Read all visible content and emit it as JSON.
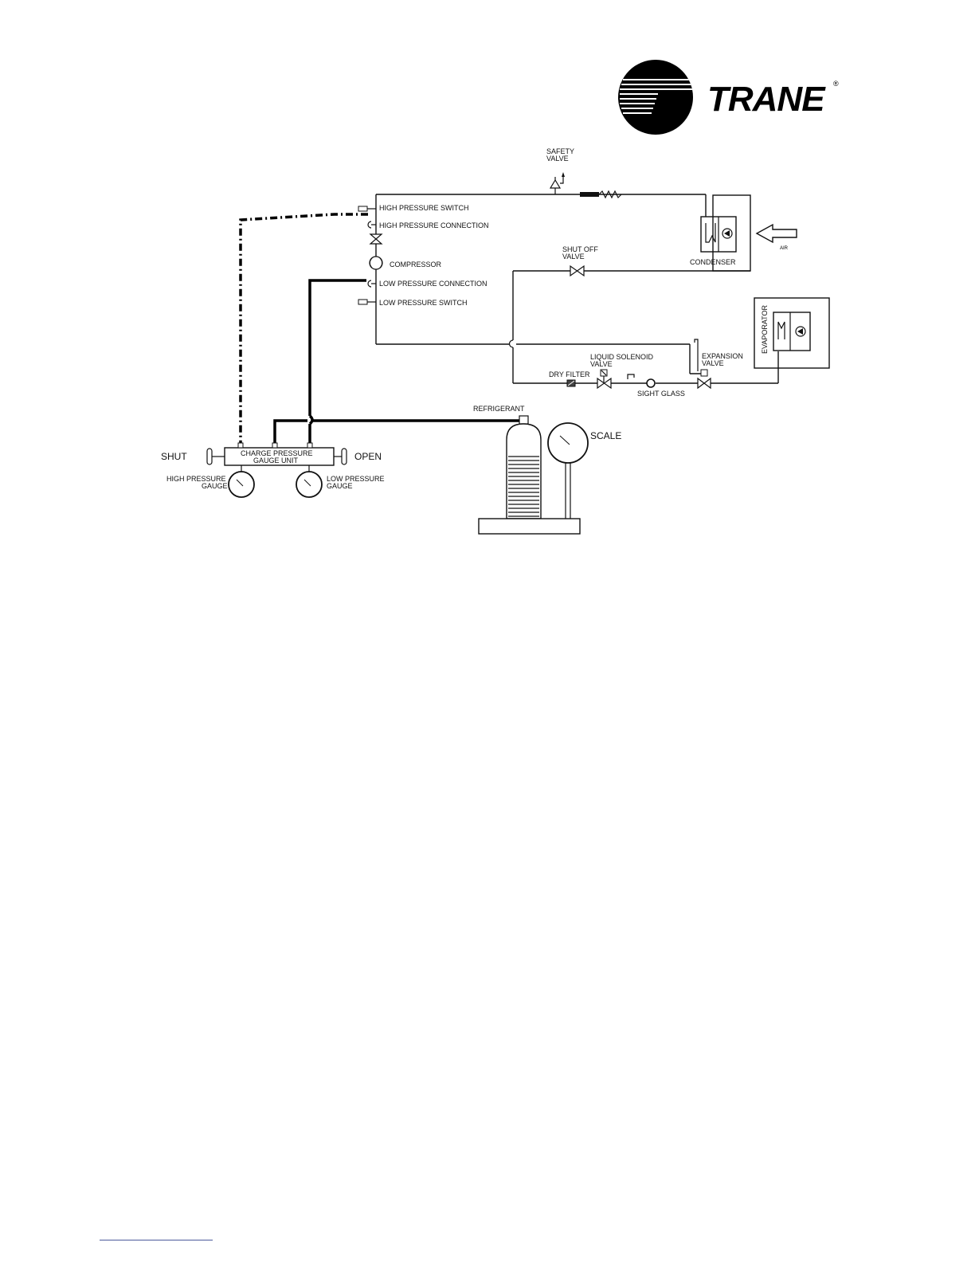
{
  "brand": {
    "name": "TRANE",
    "registered_mark": "®",
    "color": "#000000"
  },
  "labels": {
    "safety_valve_1": "SAFETY",
    "safety_valve_2": "VALVE",
    "high_pressure_switch": "HIGH PRESSURE SWITCH",
    "high_pressure_connection": "HIGH PRESSURE CONNECTION",
    "compressor": "COMPRESSOR",
    "low_pressure_connection": "LOW PRESSURE CONNECTION",
    "low_pressure_switch": "LOW PRESSURE SWITCH",
    "condenser": "CONDENSER",
    "air": "AIR",
    "shut_off_valve_1": "SHUT OFF",
    "shut_off_valve_2": "VALVE",
    "evaporator": "EVAPORATOR",
    "expansion_valve_1": "EXPANSION",
    "expansion_valve_2": "VALVE",
    "liquid_solenoid_1": "LIQUID SOLENOID",
    "liquid_solenoid_2": "VALVE",
    "dry_filter": "DRY FILTER",
    "sight_glass": "SIGHT GLASS",
    "refrigerant": "REFRIGERANT",
    "scale": "SCALE",
    "shut": "SHUT",
    "open": "OPEN",
    "gauge_unit_1": "CHARGE PRESSURE",
    "gauge_unit_2": "GAUGE UNIT",
    "high_pressure_gauge_1": "HIGH PRESSURE",
    "high_pressure_gauge_2": "GAUGE",
    "low_pressure_gauge_1": "LOW PRESSURE",
    "low_pressure_gauge_2": "GAUGE"
  },
  "icons": {
    "logo": "trane-circle-logo-icon",
    "compressor": "compressor-icon",
    "valve": "valve-icon",
    "gauge": "gauge-dial-icon",
    "cylinder": "refrigerant-cylinder-icon",
    "scale": "scale-dial-icon",
    "air_arrow": "air-arrow-icon"
  }
}
